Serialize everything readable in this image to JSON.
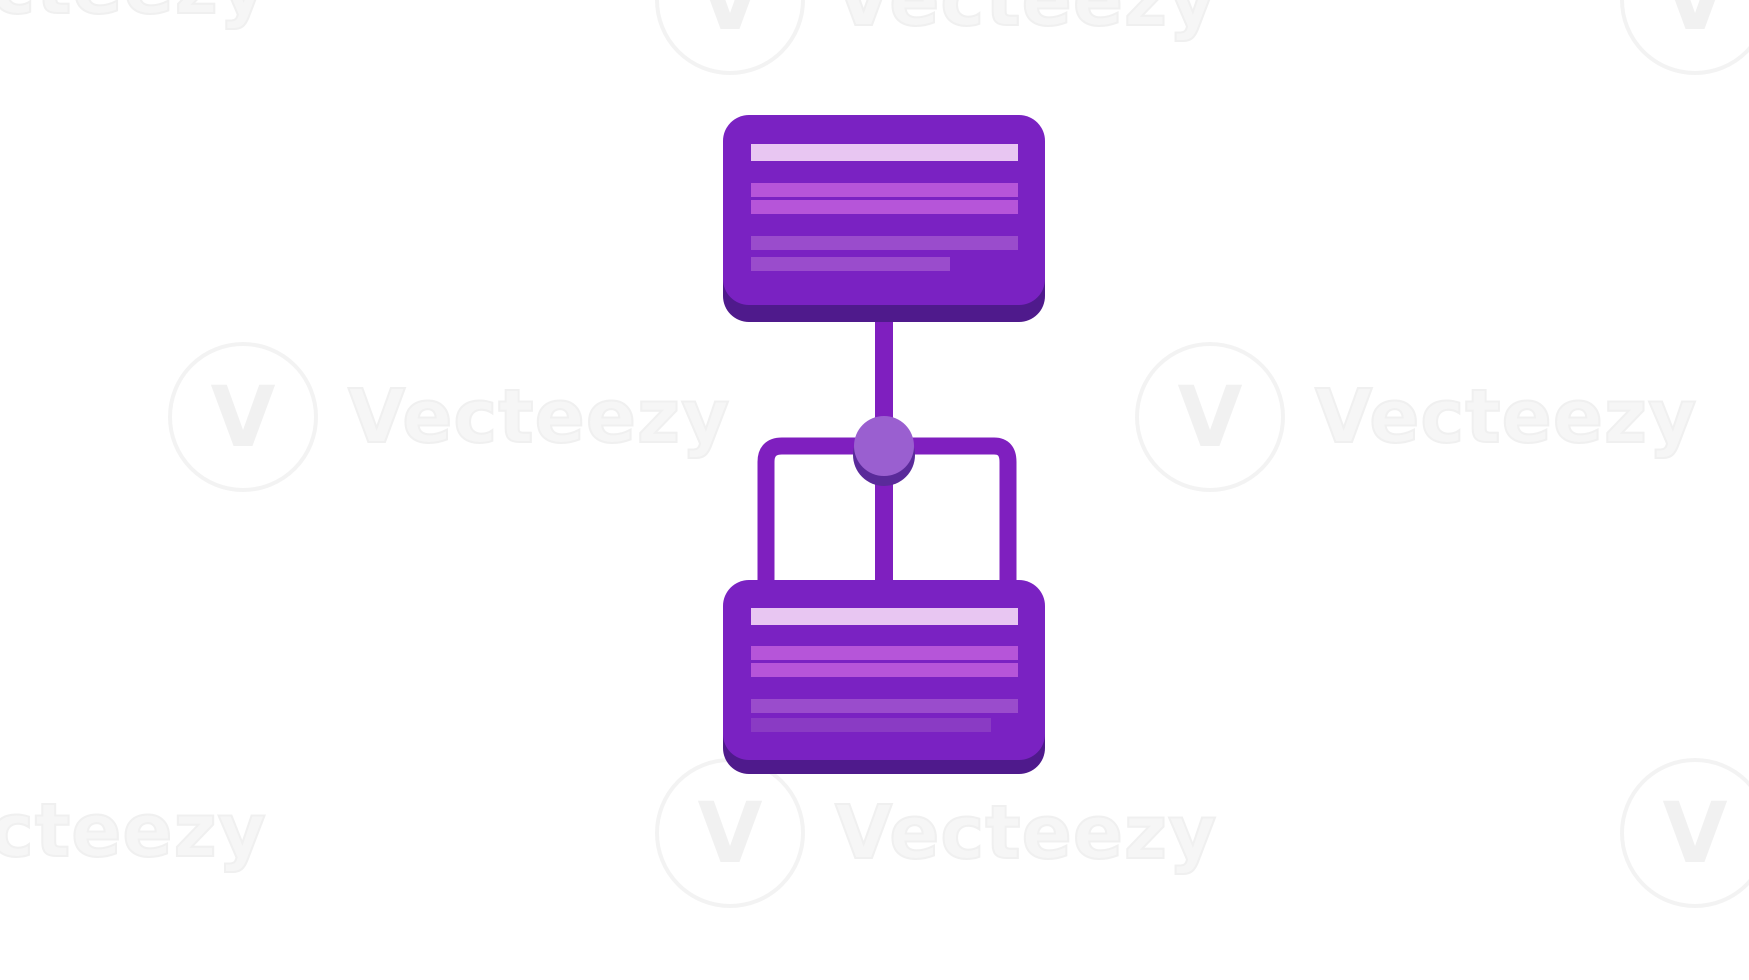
{
  "watermark": {
    "logo_glyph": "V",
    "brand_text": "Vecteezy",
    "text_partial": "ecteezy",
    "text_partial2": "cteezy"
  },
  "diagram": {
    "colors": {
      "card_body": "#7a22c2",
      "card_shadow": "#4f1a8c",
      "card_top_highlight": "#8f2fd0",
      "line_light": "#e8c6f2",
      "line_mid": "#b655d9",
      "line_dim": "#9a4ccc",
      "connector": "#7f1fbf",
      "hub": "#9a5fd0",
      "hub_shadow": "#5a2a9a"
    },
    "icon": "flowchart-node-icon"
  }
}
